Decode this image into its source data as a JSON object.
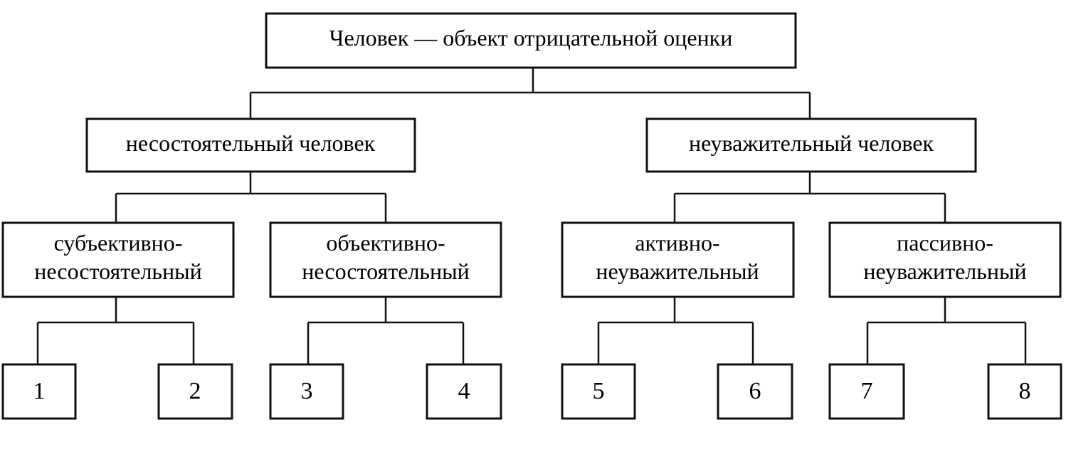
{
  "root": {
    "label": "Человек — объект отрицательной оценки"
  },
  "level1": [
    {
      "label": "несостоятельный человек"
    },
    {
      "label": "неуважительный человек"
    }
  ],
  "level2": [
    {
      "line1": "субъективно-",
      "line2": "несостоятельный"
    },
    {
      "line1": "объективно-",
      "line2": "несостоятельный"
    },
    {
      "line1": "активно-",
      "line2": "неуважительный"
    },
    {
      "line1": "пассивно-",
      "line2": "неуважительный"
    }
  ],
  "leaves": [
    "1",
    "2",
    "3",
    "4",
    "5",
    "6",
    "7",
    "8"
  ],
  "colors": {
    "line": "#111111",
    "box_fill": "#ffffff"
  }
}
